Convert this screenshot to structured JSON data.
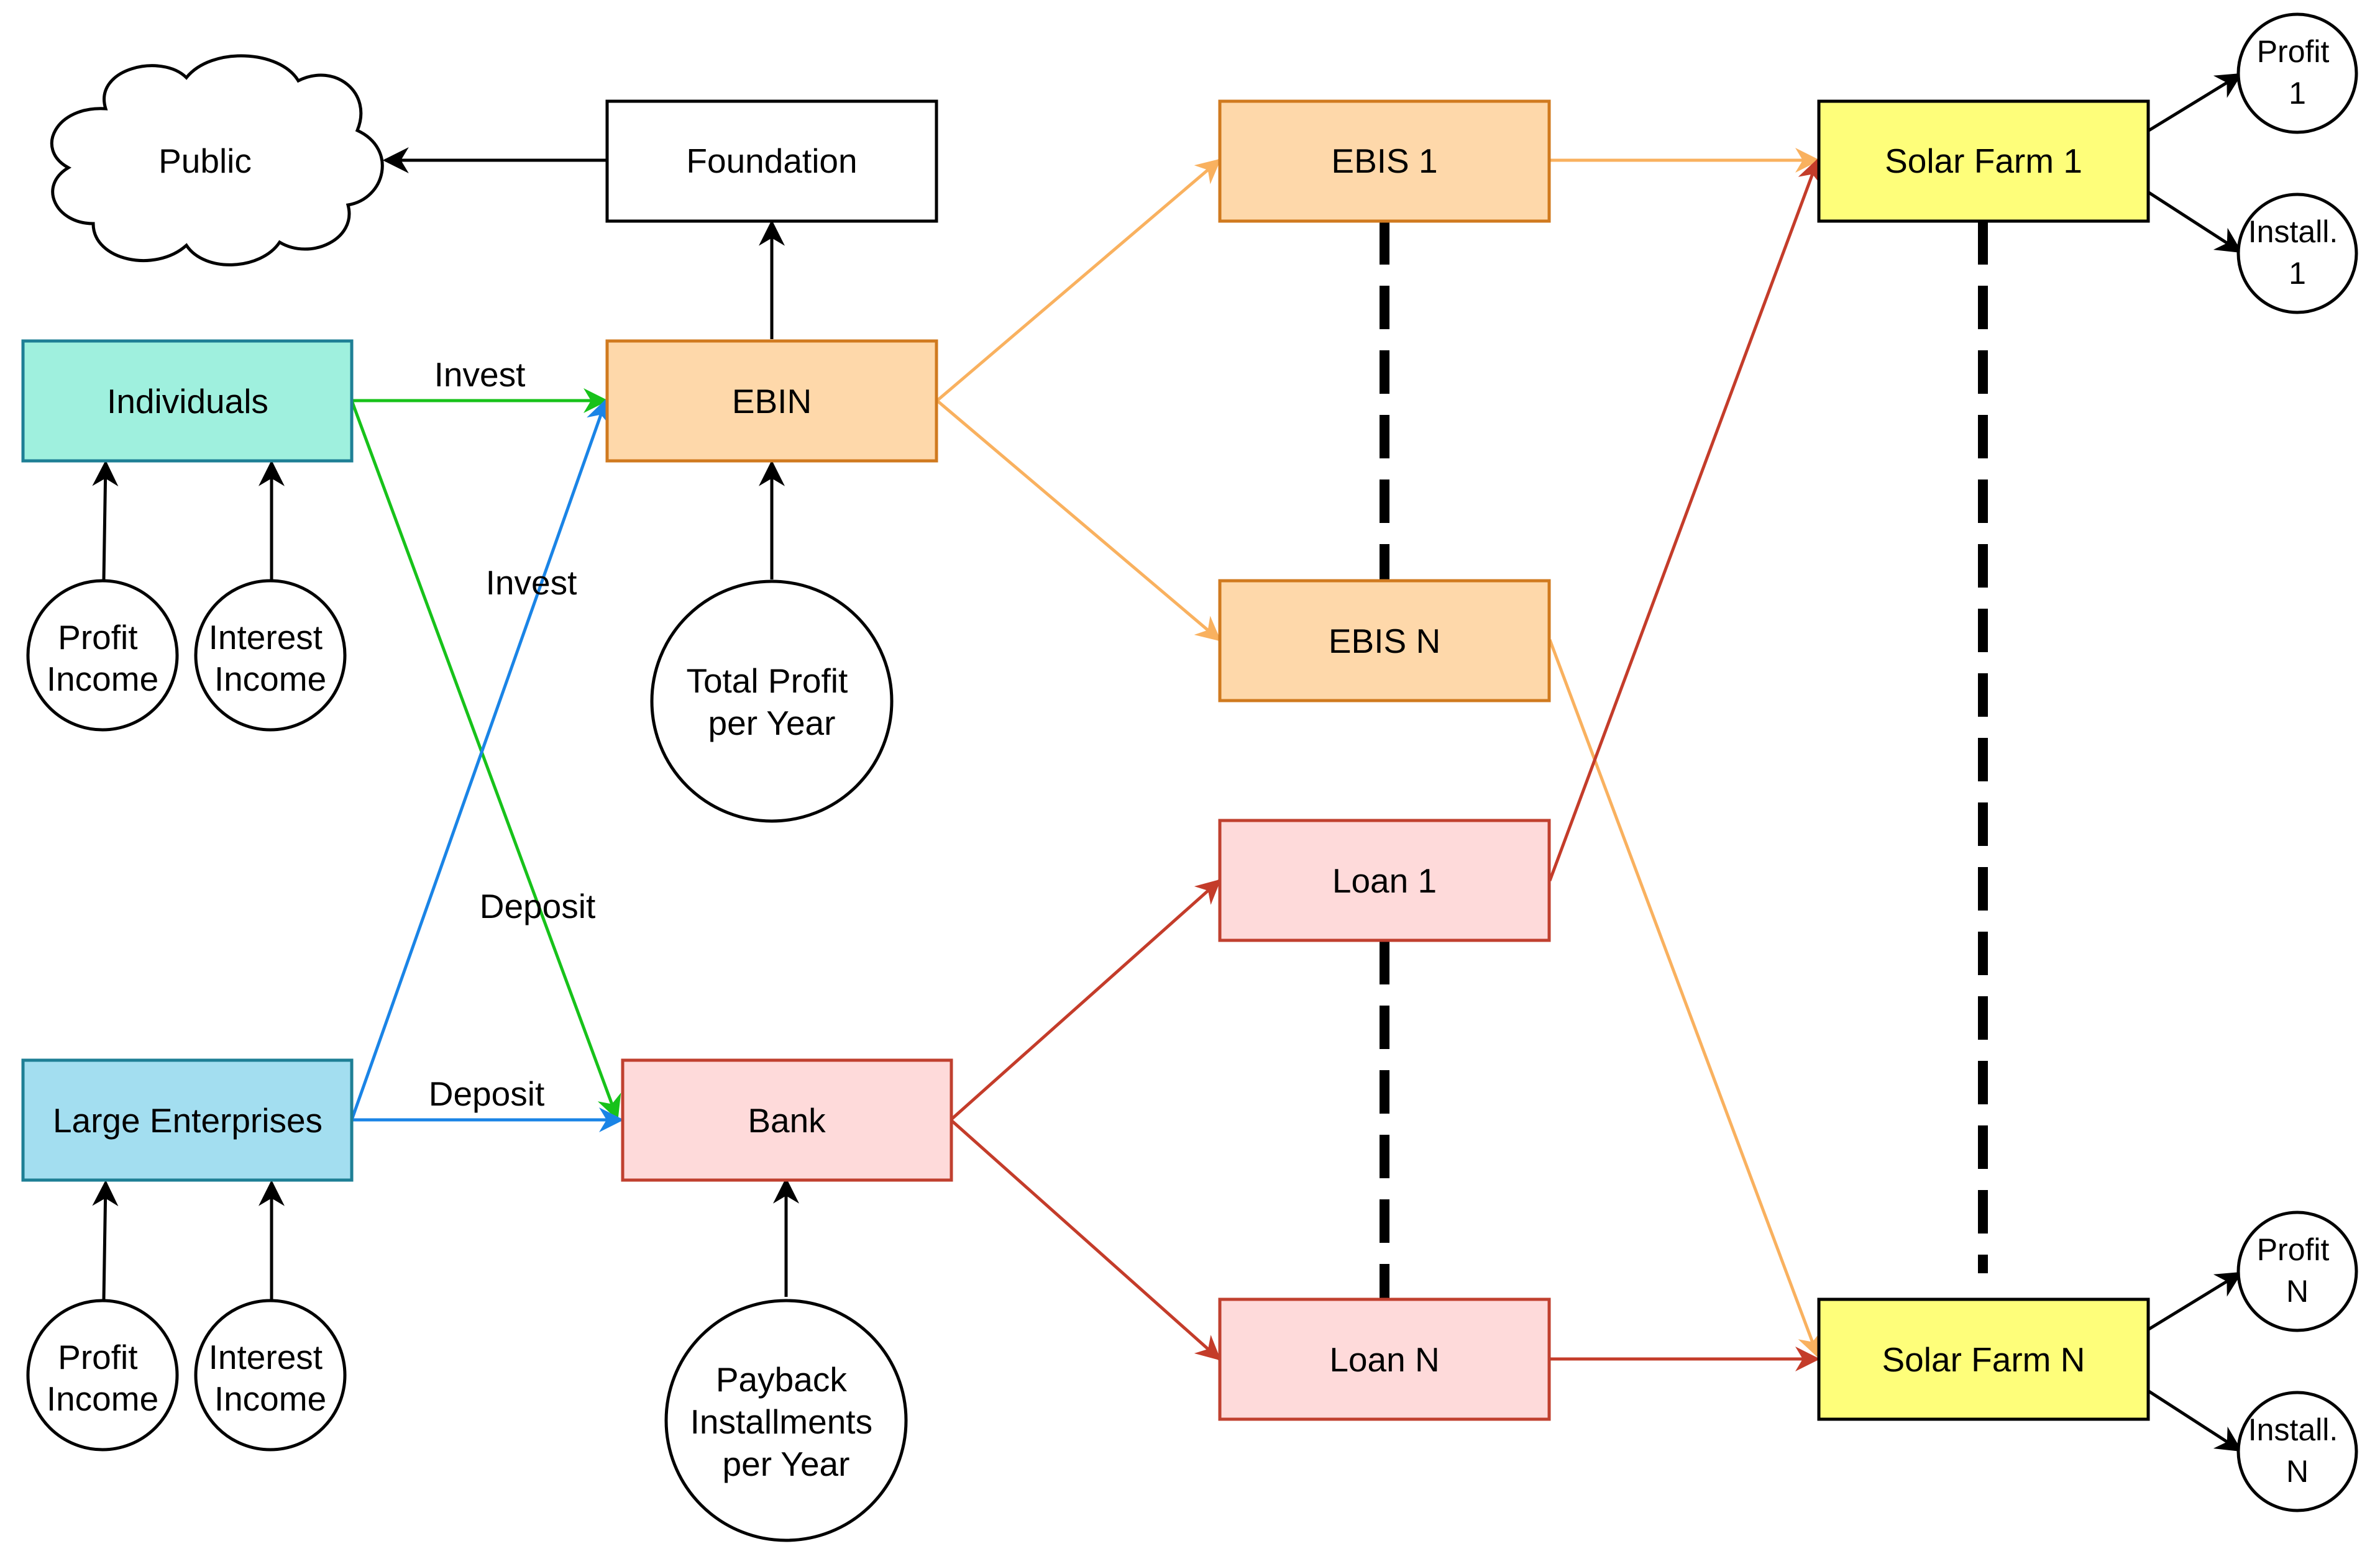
{
  "nodes": {
    "public": "Public",
    "foundation": "Foundation",
    "individuals": "Individuals",
    "ebin": "EBIN",
    "ebis_1": "EBIS 1",
    "ebis_n": "EBIS N",
    "solar_farm_1": "Solar Farm 1",
    "solar_farm_n": "Solar Farm N",
    "large_enterprises": "Large Enterprises",
    "bank": "Bank",
    "loan_1": "Loan 1",
    "loan_n": "Loan N",
    "profit_1": [
      "Profit",
      "1"
    ],
    "install_1": [
      "Install.",
      "1"
    ],
    "profit_n": [
      "Profit",
      "N"
    ],
    "install_n": [
      "Install.",
      "N"
    ],
    "ind_profit_income": [
      "Profit",
      "Income"
    ],
    "ind_interest_income": [
      "Interest",
      "Income"
    ],
    "le_profit_income": [
      "Profit",
      "Income"
    ],
    "le_interest_income": [
      "Interest",
      "Income"
    ],
    "total_profit": [
      "Total Profit",
      "per Year"
    ],
    "payback": [
      "Payback",
      "Installments",
      "per Year"
    ]
  },
  "edge_labels": {
    "individuals_to_ebin": "Invest",
    "enterprises_to_ebin": "Invest",
    "individuals_to_bank": "Deposit",
    "enterprises_to_bank": "Deposit"
  },
  "colors": {
    "individuals_fill": "#9ff0de",
    "enterprises_fill": "#a3def0",
    "ebis_fill": "#fed8aa",
    "ebis_stroke": "#d07a1f",
    "bank_fill": "#fedada",
    "bank_stroke": "#c0402f",
    "solar_fill": "#fefe7a",
    "green_arrow": "#17c21a",
    "blue_arrow": "#1a84e6",
    "orange_arrow": "#f9b15f",
    "red_arrow": "#c43c2a"
  }
}
